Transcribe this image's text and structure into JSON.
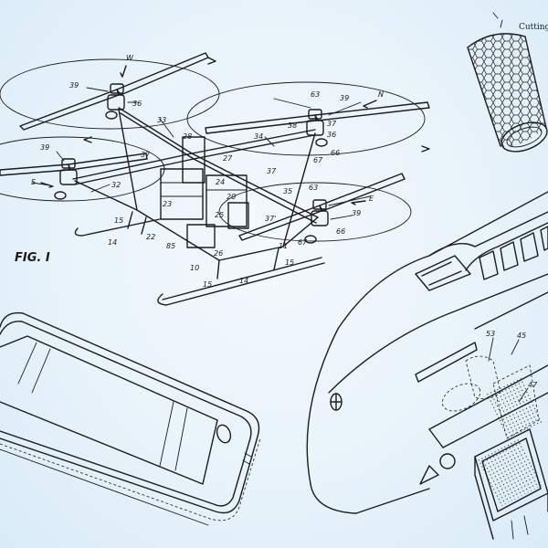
{
  "drone": {
    "fig_label": "FIG. I",
    "ref_numbers": {
      "n_39a": "39",
      "n_36": "36",
      "n_33": "33",
      "n_28": "28",
      "n_34": "34",
      "n_38": "38",
      "n_37a": "37",
      "n_63a": "63",
      "n_39b": "39",
      "n_36b": "36",
      "n_66a": "66",
      "n_67": "67",
      "n_39c": "39",
      "n_37b": "37",
      "n_32": "32",
      "n_27": "27",
      "n_37c": "37",
      "n_24": "24",
      "n_20": "20",
      "n_35": "35",
      "n_63b": "63",
      "n_39d": "39",
      "n_26": "26",
      "n_25": "25",
      "n_22": "22",
      "n_85": "85",
      "n_15a": "15",
      "n_14a": "14",
      "n_10": "10",
      "n_37d": "37'",
      "n_11": "11",
      "n_15b": "15",
      "n_15c": "15",
      "n_14b": "14",
      "n_67b": "67",
      "n_66b": "66",
      "n_23": "23"
    },
    "compass": {
      "w": "W",
      "n": "N",
      "s": "S",
      "e": "E"
    }
  },
  "cutting": {
    "caption": "Cutting"
  },
  "train": {
    "ref_numbers": {
      "n_53": "53",
      "n_45": "45",
      "n_47": "47"
    }
  }
}
